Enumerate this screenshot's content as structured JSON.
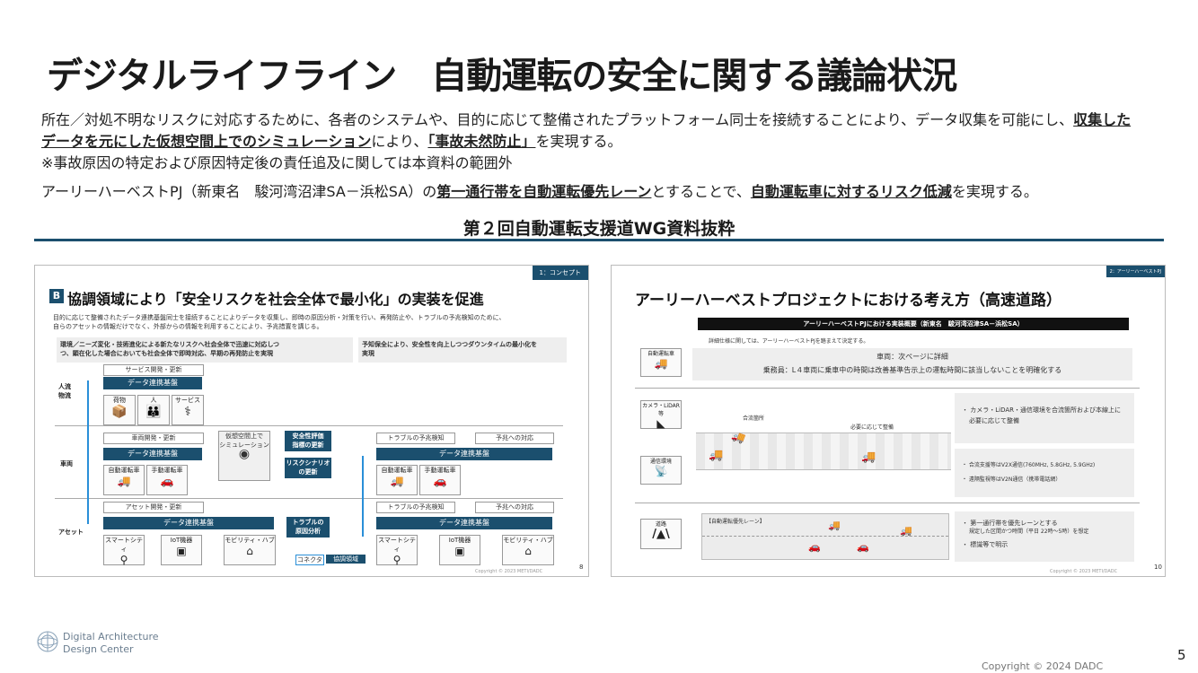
{
  "title": "デジタルライフライン　自動運転の安全に関する議論状況",
  "intro": {
    "line1": "所在／対処不明なリスクに対応するために、各者のシステムや、目的に応じて整備されたプラットフォーム同士を接続することにより、データ収集を可能にし、",
    "line1_em": "収集した",
    "line2_em": "データを元にした仮想空間上でのシミュレーション",
    "line2_mid": "により、",
    "line2_em2": "「事故未然防止」",
    "line2_end": "を実現する。",
    "line3": "※事故原因の特定および原因特定後の責任追及に関しては本資料の範囲外",
    "line4_pre": "アーリーハーベストPJ（新東名　駿河湾沼津SA－浜松SA）の",
    "line4_em": "第一通行帯を自動運転優先レーン",
    "line4_mid": "とすることで、",
    "line4_em2": "自動運転車に対するリスク低減",
    "line4_end": "を実現する。"
  },
  "subheading": "第２回自動運転支援道WG資料抜粋",
  "left_slide": {
    "tag": "1：コンセプト",
    "badge": "B",
    "title": "協調領域により「安全リスクを社会全体で最小化」の実装を促進",
    "desc1": "目的に応じて整備されたデータ連携基盤同士を接続することによりデータを収集し、即時の原因分析・対策を行い、再発防止や、トラブルの予兆検知のために、",
    "desc2": "自らのアセットの情報だけでなく、外部からの情報を利用することにより、予兆措置を講じる。",
    "note_left1": "環境／ニーズ変化・技術進化による新たなリスクへ社会全体で迅速に対応しつ",
    "note_left2": "つ、顕在化した場合においても社会全体で即時対応、早期の再発防止を実現",
    "note_right1": "予知保全により、安全性を向上しつつダウンタイムの最小化を",
    "note_right2": "実現",
    "row_people": "人流\n物流",
    "row_vehicle": "車両",
    "row_asset": "アセット",
    "service_dev": "サービス開発・更新",
    "data_platform": "データ連携基盤",
    "item_cargo": "荷物",
    "item_people": "人",
    "item_service": "サービス",
    "vehicle_dev": "車両開発・更新",
    "auto_car": "自動運転車",
    "manual_car": "手動運転車",
    "virtual_sim": "仮想空間上で\nシミュレーション",
    "safety_eval": "安全性評価\n指標の更新",
    "risk_scenario": "リスクシナリオ\nの更新",
    "trouble_cause": "トラブルの\n原因分析",
    "trouble_detect": "トラブルの予兆検知",
    "trouble_response": "予兆への対応",
    "asset_dev": "アセット開発・更新",
    "smart_city": "スマートシティ",
    "iot": "IoT機器",
    "mobility_hub": "モビリティ・ハブ",
    "connector": "コネクタ",
    "coop_area": "協調領域",
    "copyright": "Copyright © 2023 METI/DADC",
    "page": "8"
  },
  "right_slide": {
    "tag": "2：アーリーハーベストPJ",
    "title": "アーリーハーベストプロジェクトにおける考え方（高速道路）",
    "banner": "アーリーハーベストPJにおける実装概要（新東名　駿河湾沼津SA－浜松SA）",
    "note": "詳細仕様に関しては、アーリーハーベストPJを踏まえて決定する。",
    "cat_car": "自動運転車",
    "cat_sensor": "カメラ・LiDAR等",
    "cat_comm": "通信環境",
    "cat_road": "道路",
    "car_line1": "車両：次ページに詳細",
    "car_line2": "乗務員：L４車両に乗車中の時間は改善基準告示上の運転時間に該当しないことを明確化する",
    "merge_label": "合流箇所",
    "install_label": "必要に応じて整備",
    "sensor_text1": "カメラ・LiDAR・通信環境を合流箇所および本線上に",
    "sensor_text2": "必要に応じて整備",
    "comm_text1": "合流支援等はV2X通信(760MHz, 5.8GHz, 5.9GHz)",
    "comm_text2": "遠隔監視等はV2N通信（携帯電話網）",
    "lane_label": "【自動運転優先レーン】",
    "road_text1": "第一通行帯を優先レーンとする",
    "road_text2": "規定した区間かつ時間（平日 22時～5時）を想定",
    "road_text3": "標識等で明示",
    "copyright": "Copyright © 2023 METI/DADC",
    "page": "10"
  },
  "footer": {
    "logo_line1": "Digital Architecture",
    "logo_line2": "Design Center",
    "copyright": "Copyright ©  2024 DADC",
    "page": "5"
  },
  "colors": {
    "navy": "#1b4f6e",
    "accent_blue": "#2a8fd8"
  }
}
